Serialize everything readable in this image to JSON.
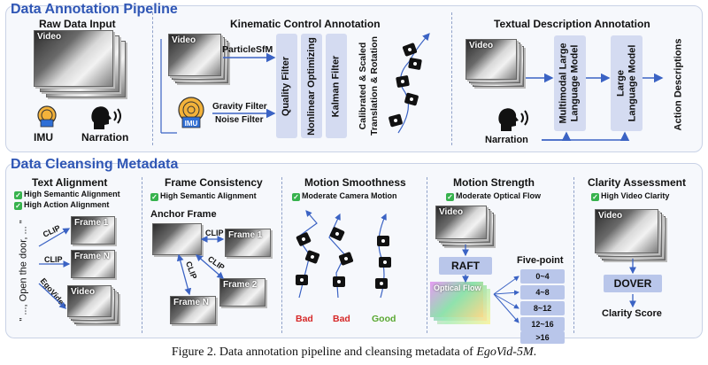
{
  "annotation": {
    "title": "Data Annotation Pipeline",
    "raw_input": {
      "title": "Raw Data Input",
      "video_label": "Video",
      "imu_label": "IMU",
      "narration_label": "Narration"
    },
    "kinematic": {
      "title": "Kinematic Control Annotation",
      "video_label": "Video",
      "particle_label": "ParticleSfM",
      "imu_tag": "IMU",
      "gravity_filter": "Gravity Filter",
      "noise_filter": "Noise Filter",
      "quality_filter": "Quality Filter",
      "nonlinear": "Nonlinear Optimizing",
      "kalman": "Kalman Filter",
      "output_line1": "Calibrated & Scaled",
      "output_line2": "Translation & Rotation"
    },
    "textual": {
      "title": "Textual Description Annotation",
      "video_label": "Video",
      "mllm_line1": "Multimodal Large",
      "mllm_line2": "Language Model",
      "llm_line1": "Large",
      "llm_line2": "Language Model",
      "narration_label": "Narration",
      "output": "Action Descriptions"
    }
  },
  "cleansing": {
    "title": "Data Cleansing Metadata",
    "text_alignment": {
      "title": "Text Alignment",
      "check1": "High Semantic Alignment",
      "check2": "High Action Alignment",
      "quote": "\" ..., Open the door, ... \"",
      "frame1": "Frame 1",
      "frameN": "Frame N",
      "video": "Video",
      "clip1": "CLIP",
      "clip2": "CLIP",
      "egovideo": "EgoVideo"
    },
    "frame_consistency": {
      "title": "Frame Consistency",
      "check": "High Semantic Alignment",
      "anchor": "Anchor Frame",
      "frame1": "Frame 1",
      "frame2": "Frame 2",
      "frameN": "Frame N",
      "clip1": "CLIP",
      "clip2": "CLIP",
      "clip3": "CLIP"
    },
    "motion_smoothness": {
      "title": "Motion Smoothness",
      "check": "Moderate Camera Motion",
      "labels": [
        "Bad",
        "Bad",
        "Good"
      ]
    },
    "motion_strength": {
      "title": "Motion Strength",
      "check": "Moderate Optical Flow",
      "video": "Video",
      "raft": "RAFT",
      "optical_flow": "Optical Flow",
      "five_point": "Five-point",
      "bins": [
        "0~4",
        "4~8",
        "8~12",
        "12~16",
        ">16"
      ]
    },
    "clarity": {
      "title": "Clarity Assessment",
      "check": "High Video Clarity",
      "video": "Video",
      "dover": "DOVER",
      "score": "Clarity Score"
    }
  },
  "caption": {
    "prefix": "Figure 2. Data annotation pipeline and cleansing metadata of ",
    "emph": "EgoVid-5M",
    "suffix": "."
  },
  "colors": {
    "title_blue": "#2f56b5",
    "box_blue": "#d4dbf1",
    "bad_red": "#d62828",
    "good_green": "#5aa832",
    "arrow_blue": "#3b63c4"
  }
}
